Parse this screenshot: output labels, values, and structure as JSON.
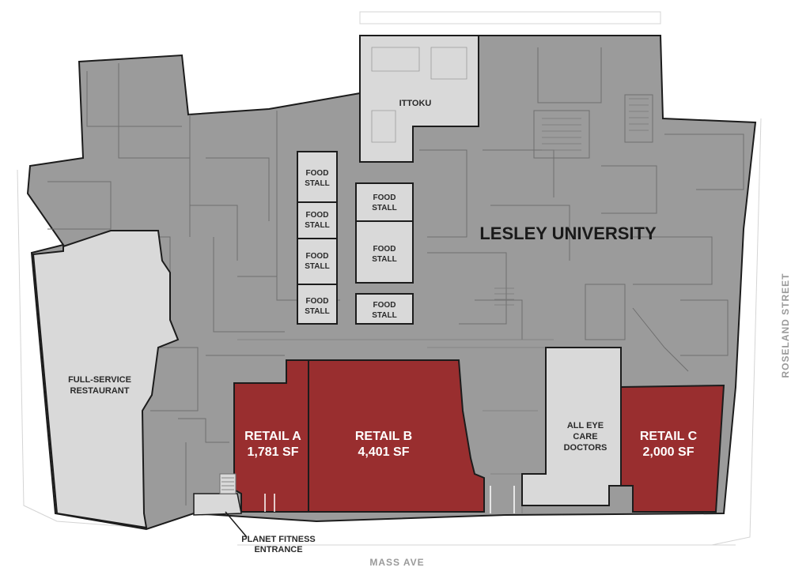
{
  "map": {
    "building_name": "LESLEY UNIVERSITY",
    "streets": {
      "south": "MASS AVE",
      "east": "ROSELAND STREET"
    },
    "colors": {
      "building": "#9b9b9b",
      "tenant_light": "#d9d9d9",
      "retail_available": "#992e2f",
      "outline": "#1c1c1c"
    },
    "spaces": {
      "ittoku": "ITTOKU",
      "food_stall": "FOOD",
      "food_stall_2": "STALL",
      "restaurant_line1": "FULL-SERVICE",
      "restaurant_line2": "RESTAURANT",
      "retail_a_name": "RETAIL A",
      "retail_a_size": "1,781 SF",
      "retail_b_name": "RETAIL B",
      "retail_b_size": "4,401 SF",
      "retail_c_name": "RETAIL C",
      "retail_c_size": "2,000 SF",
      "all_eye_line1": "ALL EYE",
      "all_eye_line2": "CARE",
      "all_eye_line3": "DOCTORS",
      "planet_line1": "PLANET FITNESS",
      "planet_line2": "ENTRANCE"
    }
  }
}
